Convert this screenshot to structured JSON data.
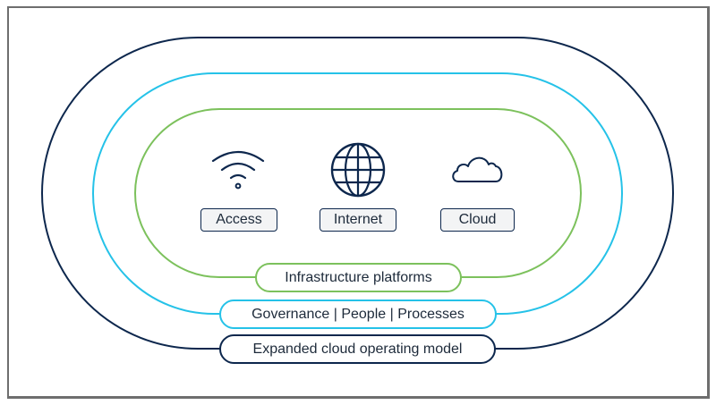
{
  "diagram": {
    "colors": {
      "outer_ring": "#0d274d",
      "middle_ring": "#25c2e8",
      "inner_ring": "#7cc15c",
      "text": "#1d2a3a",
      "label_fill": "#f3f4f5",
      "frame_border": "#6e6e6e"
    },
    "layers": {
      "inner": {
        "label": "Infrastructure platforms",
        "color": "#7cc15c"
      },
      "middle": {
        "label": "Governance | People | Processes",
        "color": "#25c2e8"
      },
      "outer": {
        "label": "Expanded cloud operating model",
        "color": "#0d274d"
      }
    },
    "items": [
      {
        "label": "Access",
        "icon": "wifi-icon"
      },
      {
        "label": "Internet",
        "icon": "globe-icon"
      },
      {
        "label": "Cloud",
        "icon": "cloud-icon"
      }
    ]
  }
}
